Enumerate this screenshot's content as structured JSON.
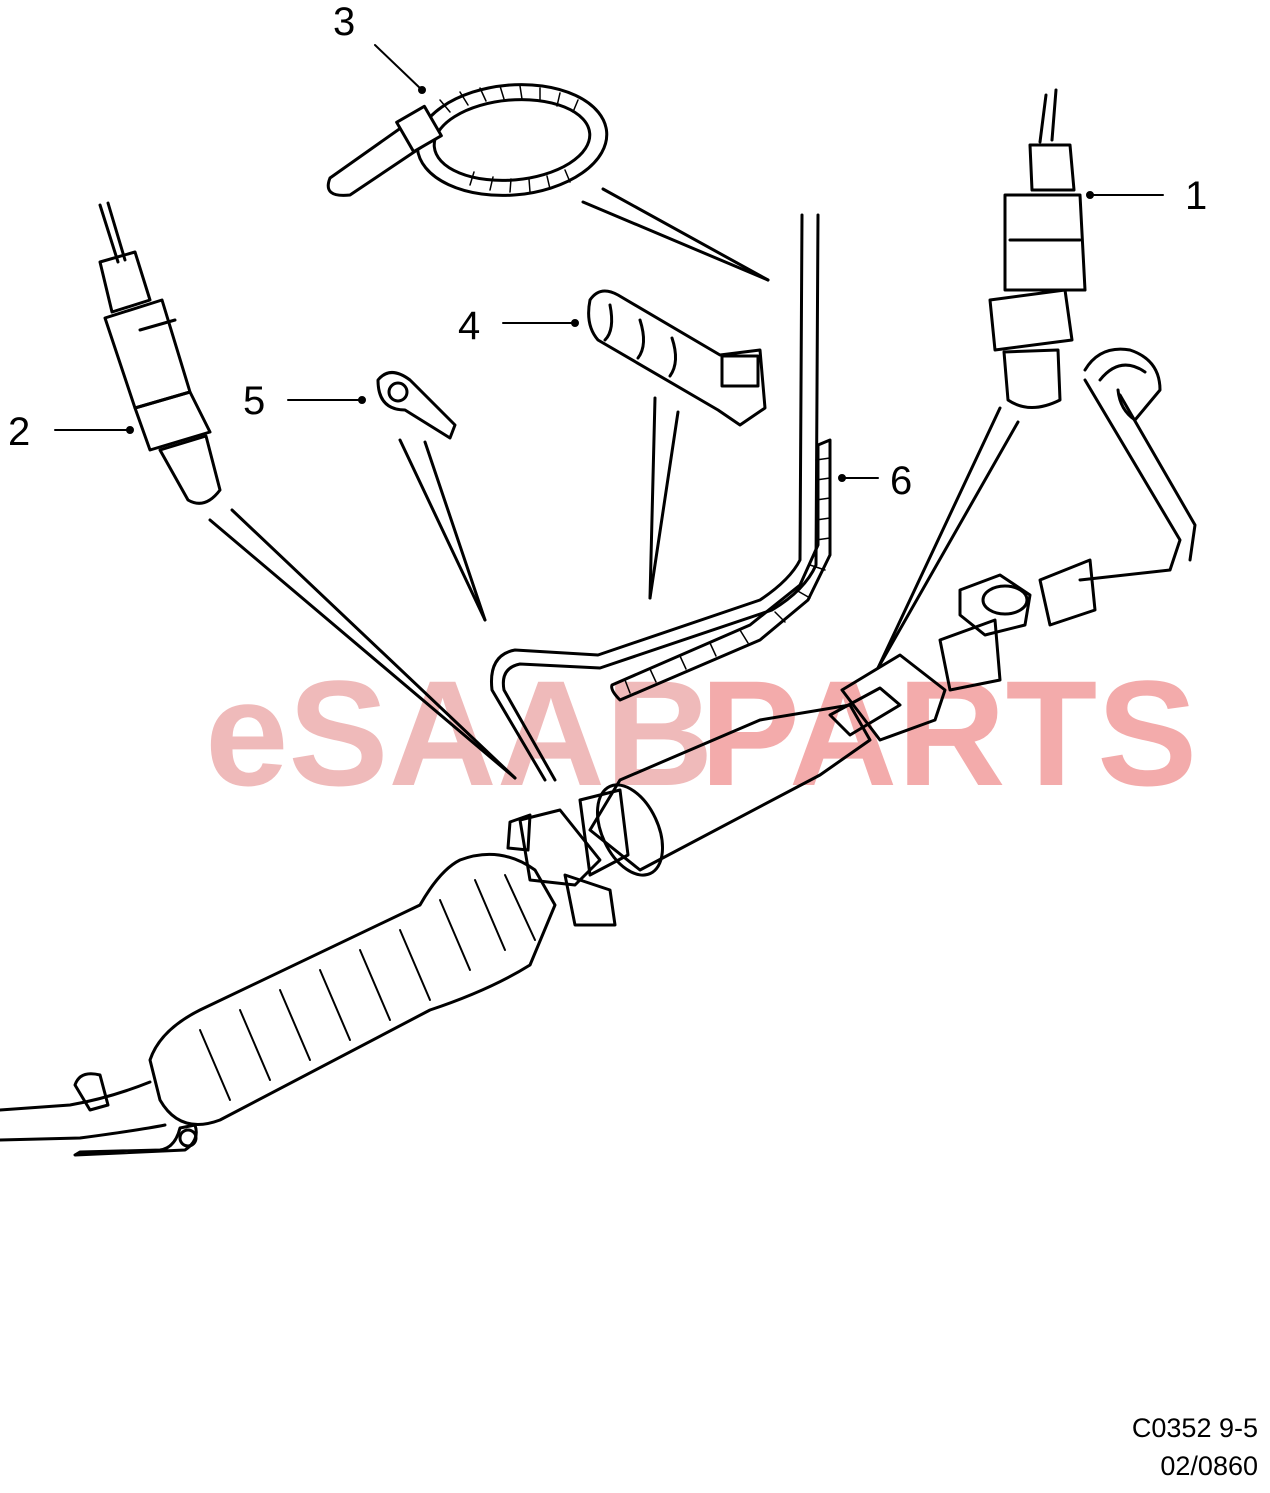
{
  "callouts": {
    "c1": "1",
    "c2": "2",
    "c3": "3",
    "c4": "4",
    "c5": "5",
    "c6": "6"
  },
  "watermark": {
    "part1": "eSAAB",
    "part2": "PARTS",
    "color1": "#e9a3a3",
    "color2": "#ef8f8f"
  },
  "reference": {
    "line1": "C0352 9-5",
    "line2": "02/0860"
  }
}
